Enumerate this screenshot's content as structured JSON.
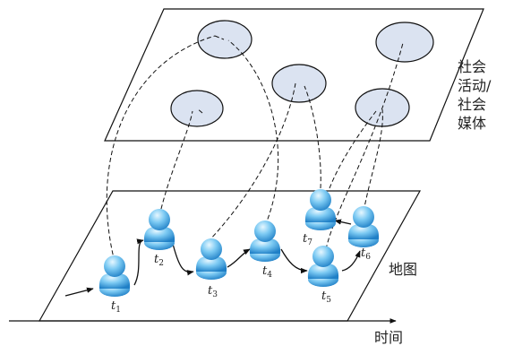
{
  "labels": {
    "social_layer": [
      "社会",
      "活动/",
      "社会",
      "媒体"
    ],
    "map_layer": "地图",
    "time_axis": "时间"
  },
  "time_points": [
    {
      "t": "t",
      "sub": "1"
    },
    {
      "t": "t",
      "sub": "2"
    },
    {
      "t": "t",
      "sub": "3"
    },
    {
      "t": "t",
      "sub": "4"
    },
    {
      "t": "t",
      "sub": "5"
    },
    {
      "t": "t",
      "sub": "6"
    },
    {
      "t": "t",
      "sub": "7"
    }
  ],
  "colors": {
    "social_plane_fill": "#ffffff",
    "event_ellipse_fill": "#dbe3f1",
    "person_light": "#bfe7fb",
    "person_dark": "#2a8fd2",
    "line": "#111111"
  }
}
